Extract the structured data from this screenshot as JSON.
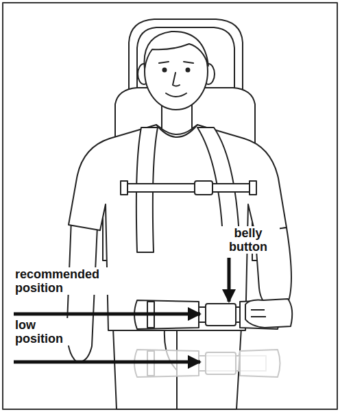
{
  "diagram": {
    "labels": [
      "belly button",
      "recommended position",
      "low position"
    ]
  }
}
